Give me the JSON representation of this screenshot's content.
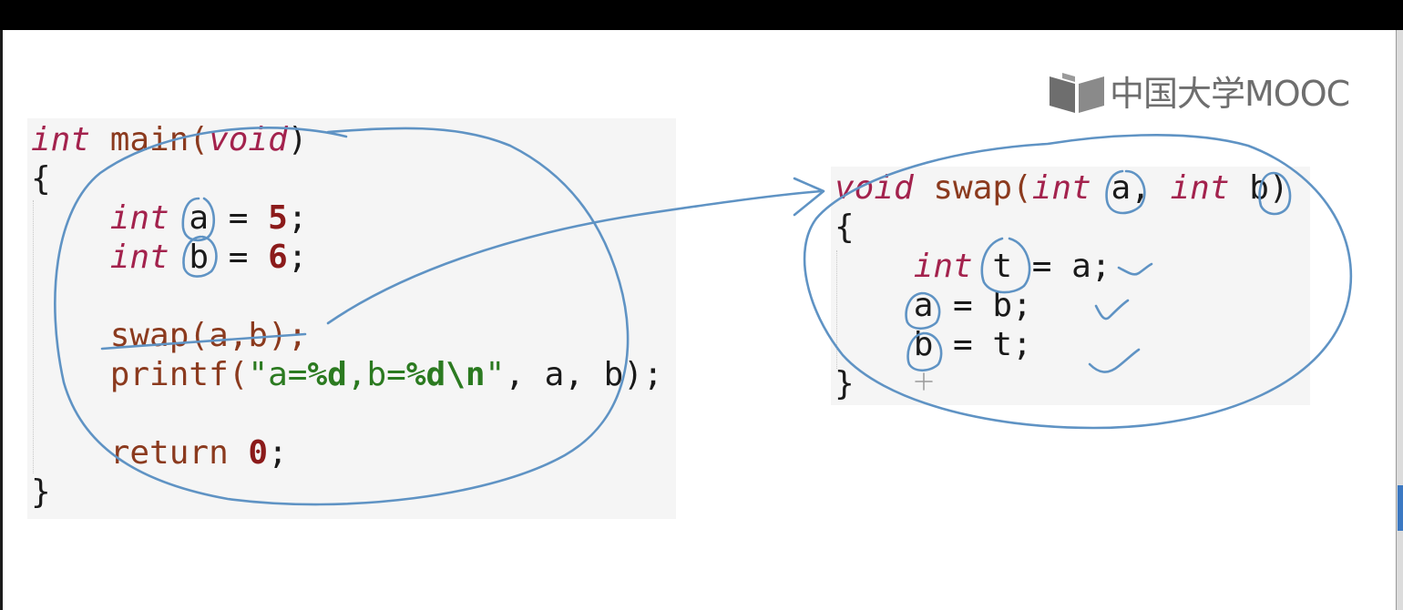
{
  "logo": {
    "text": "中国大学MOOC"
  },
  "main_code": {
    "sig_kw": "int",
    "sig_name": " main(",
    "sig_param_kw": "void",
    "sig_close": ")",
    "open_brace": "{",
    "decl_a_kw": "int",
    "decl_a_rest": " a = ",
    "decl_a_val": "5",
    "decl_a_semi": ";",
    "decl_b_kw": "int",
    "decl_b_rest": " b = ",
    "decl_b_val": "6",
    "decl_b_semi": ";",
    "call_swap": "swap(a,b);",
    "printf_name": "printf(",
    "printf_str_1": "\"a=",
    "printf_fmt_1": "%d",
    "printf_str_2": ",b=",
    "printf_fmt_2": "%d\\n",
    "printf_str_3": "\"",
    "printf_args": ", a, b);",
    "return_kw": "return ",
    "return_val": "0",
    "return_semi": ";",
    "close_brace": "}"
  },
  "swap_code": {
    "sig_kw": "void",
    "sig_name": " swap(",
    "param1_kw": "int",
    "param1_rest": " a, ",
    "param2_kw": "int",
    "param2_rest": " b)",
    "open_brace": "{",
    "decl_t_kw": "int",
    "decl_t_rest": " t = a;",
    "assign_a": "a = b;",
    "assign_b": "b = t;",
    "close_brace": "}"
  },
  "colors": {
    "keyword": "#a3224d",
    "function": "#8b3a1e",
    "number": "#8b1a1a",
    "string": "#2b7a20",
    "annotation_ink": "#5f93c4",
    "code_background": "#f5f5f5"
  }
}
